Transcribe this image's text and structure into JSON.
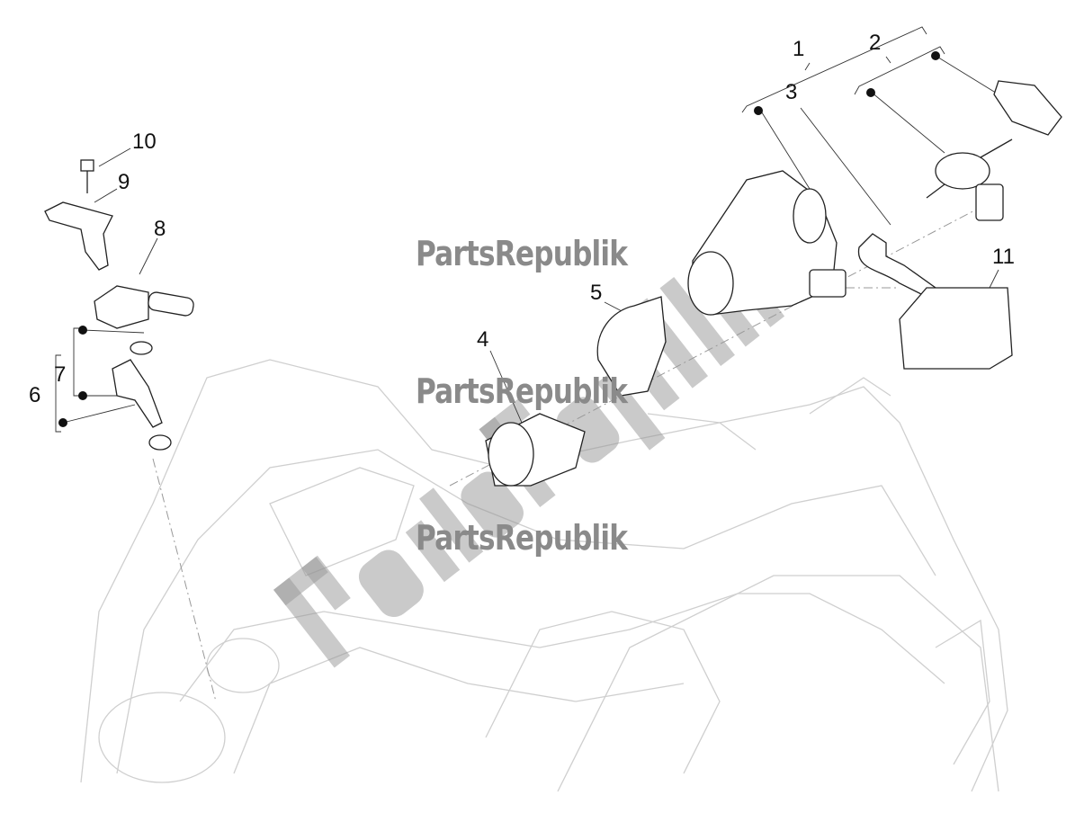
{
  "diagram": {
    "callouts": [
      "1",
      "2",
      "3",
      "4",
      "5",
      "6",
      "7",
      "8",
      "9",
      "10",
      "11"
    ],
    "watermark_text": "PartsRepublik",
    "ink_color": "#111111",
    "engine_line_color": "#c8c8c8",
    "watermark_color": "#8a8a8a"
  }
}
